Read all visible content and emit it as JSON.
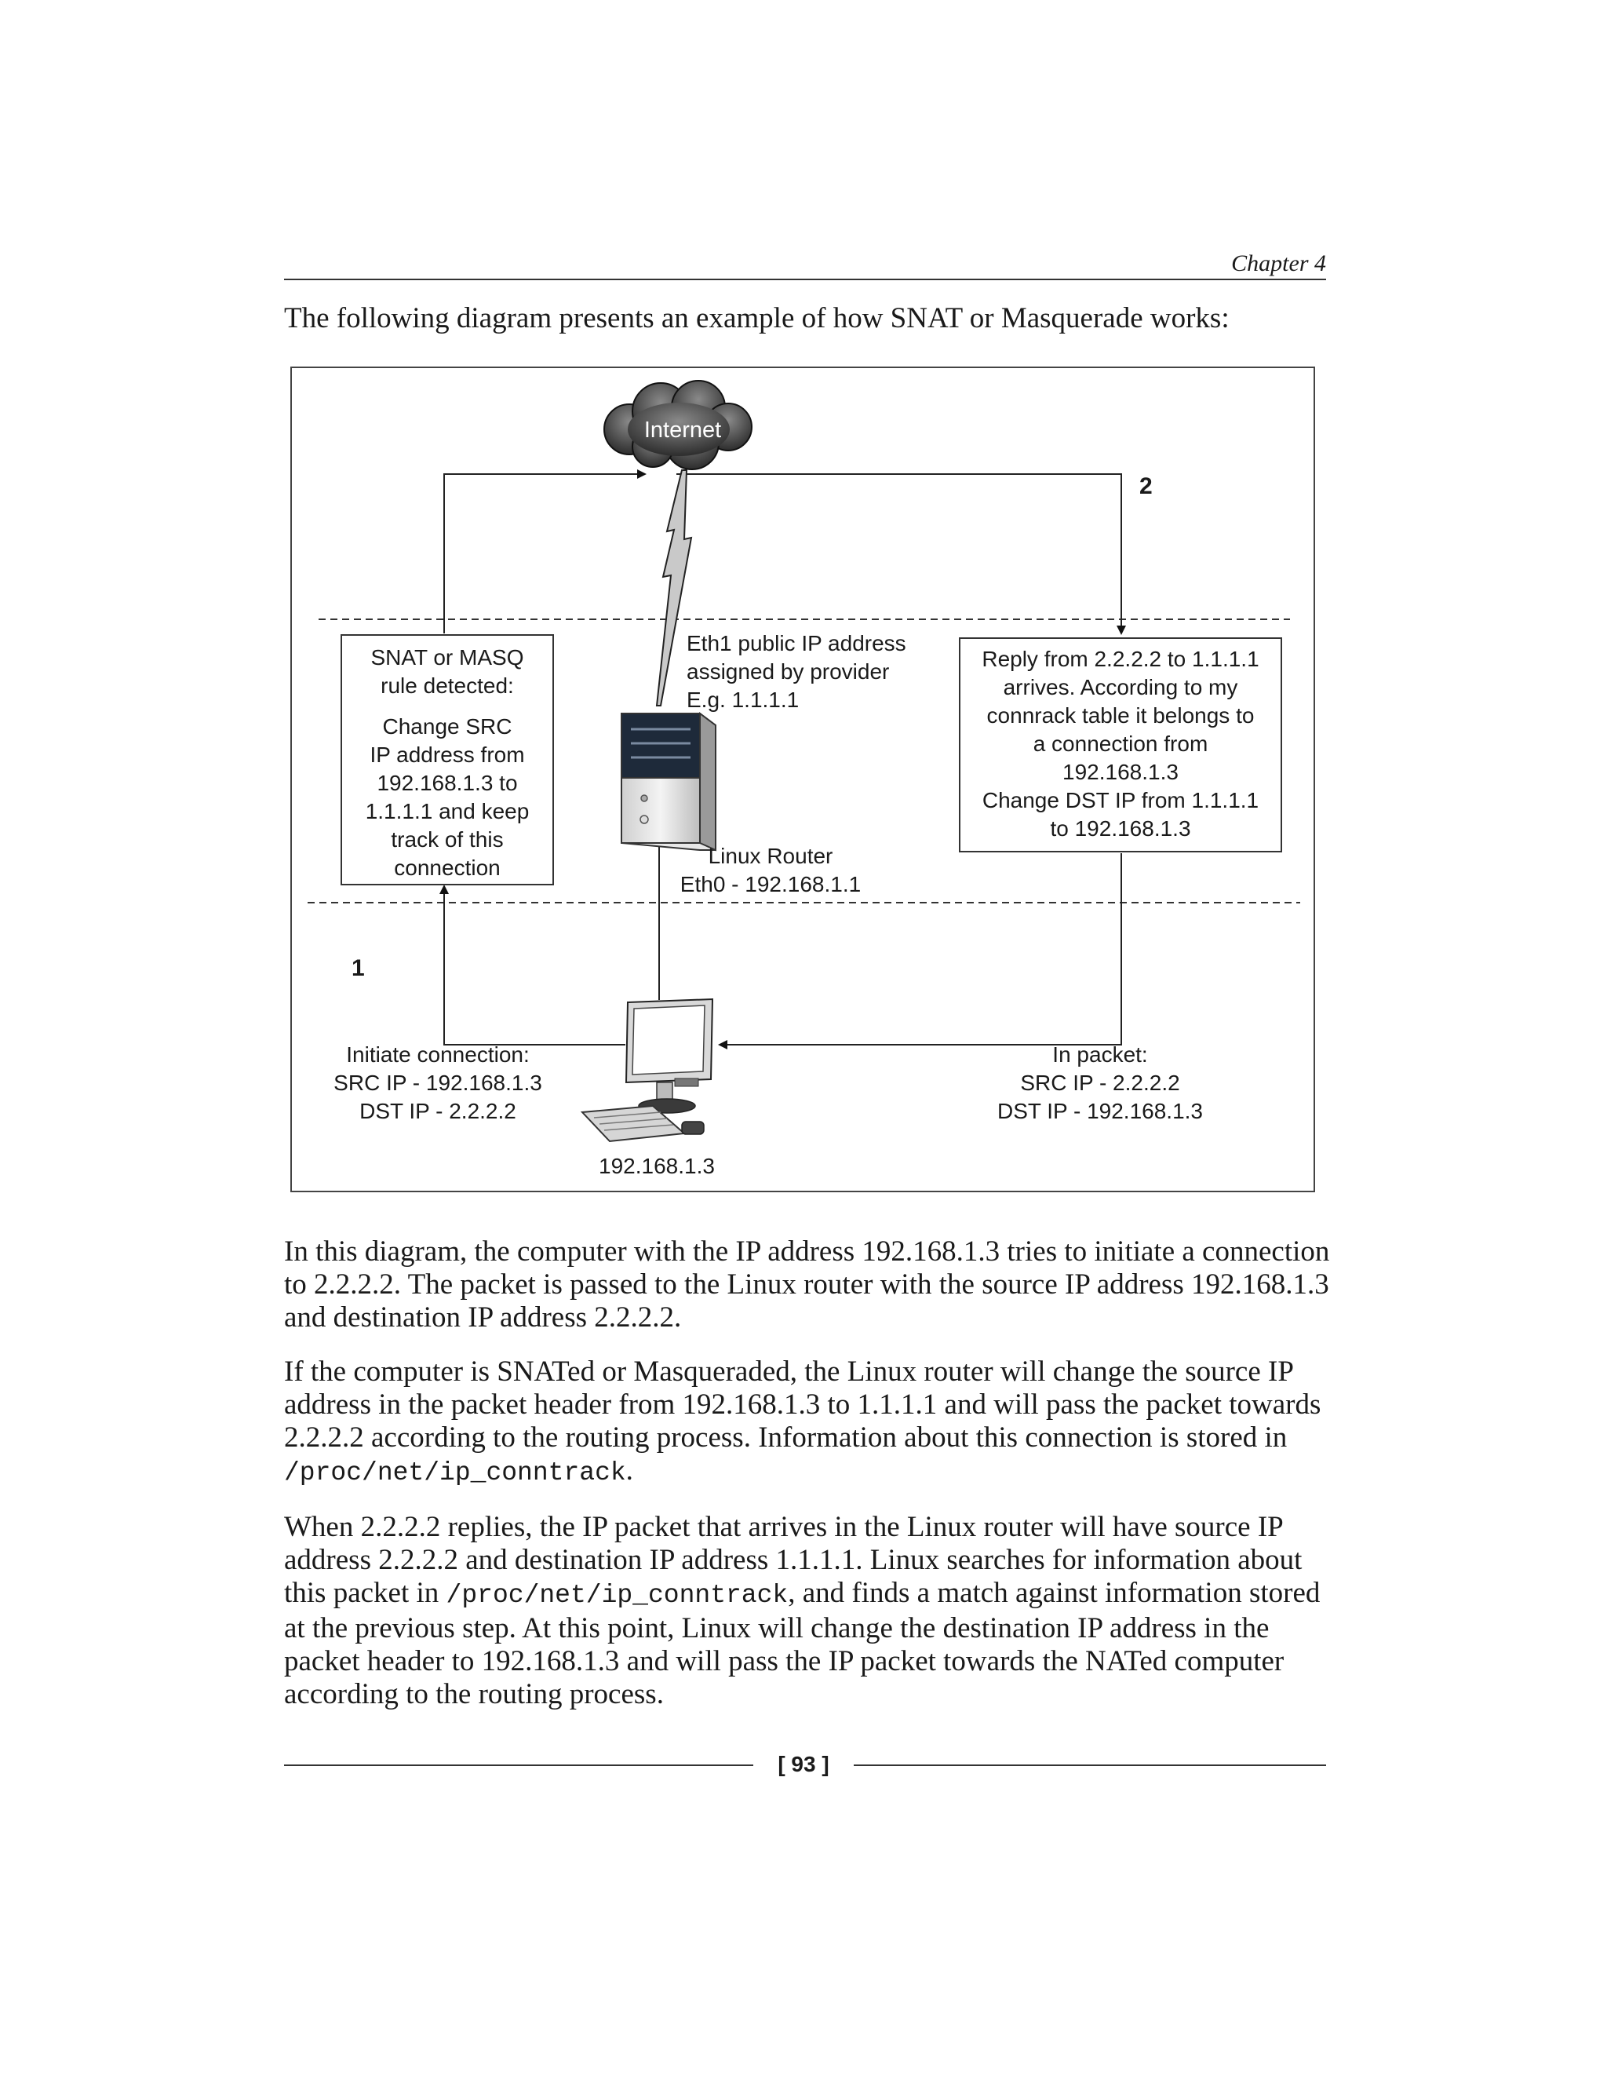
{
  "header": {
    "chapter": "Chapter 4"
  },
  "intro": "The following diagram presents an example of how SNAT or Masquerade works:",
  "diagram": {
    "cloud_label": "Internet",
    "step1": "1",
    "step2": "2",
    "left_box": {
      "title_lines": [
        "SNAT or MASQ",
        "rule detected:"
      ],
      "body_lines": [
        "Change SRC",
        "IP address from",
        "192.168.1.3 to",
        "1.1.1.1 and keep",
        "track of this",
        "connection"
      ]
    },
    "eth1_lines": [
      "Eth1 public IP address",
      "assigned by provider",
      "E.g. 1.1.1.1"
    ],
    "right_box_lines": [
      "Reply from 2.2.2.2 to 1.1.1.1",
      "arrives. According to my",
      "connrack table it belongs to",
      "a connection from",
      "192.168.1.3",
      "Change DST IP from 1.1.1.1",
      "to 192.168.1.3"
    ],
    "router_lines": [
      "Linux Router",
      "Eth0 - 192.168.1.1"
    ],
    "initiate_lines": [
      "Initiate connection:",
      "SRC IP - 192.168.1.3",
      "DST IP - 2.2.2.2"
    ],
    "inpacket_lines": [
      "In packet:",
      "SRC IP - 2.2.2.2",
      "DST IP - 192.168.1.3"
    ],
    "computer_ip": "192.168.1.3"
  },
  "paragraphs": {
    "p1": "In this diagram, the computer with the IP address 192.168.1.3 tries to initiate a connection to 2.2.2.2. The packet is passed to the Linux router with the source IP address 192.168.1.3 and destination IP address 2.2.2.2.",
    "p2_text": "If the computer is SNATed or Masqueraded, the Linux router will change the source IP address in the packet header from 192.168.1.3 to 1.1.1.1 and will pass the packet towards 2.2.2.2 according to the routing process. Information about this connection is stored in ",
    "p2_code": "/proc/net/ip_conntrack",
    "p2_end": ".",
    "p3_text": "When 2.2.2.2 replies, the IP packet that arrives in the Linux router will have source IP address 2.2.2.2 and destination IP address 1.1.1.1. Linux searches for information about this packet in ",
    "p3_code": "/proc/net/ip_conntrack",
    "p3_end": ", and finds a match against information stored at the previous step. At this point, Linux will change the destination IP address in the packet header to 192.168.1.3 and will pass the IP packet towards the NATed computer according to the routing process."
  },
  "footer": {
    "page_number": "[ 93 ]"
  }
}
